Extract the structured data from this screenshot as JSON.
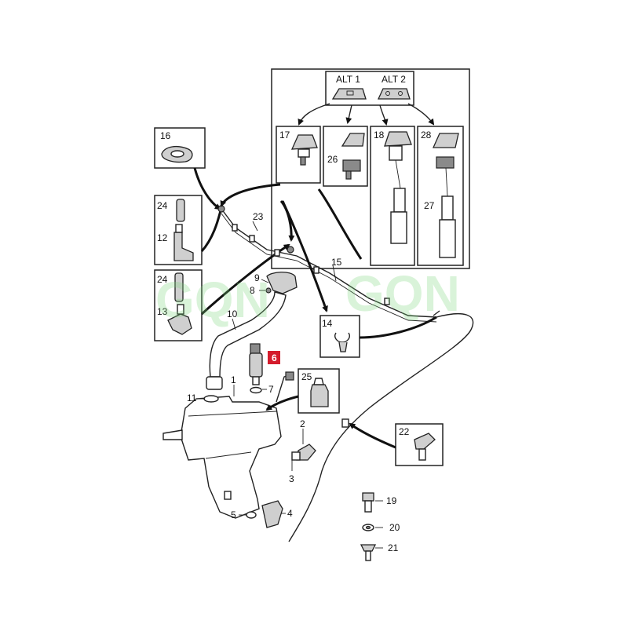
{
  "watermark": {
    "left": "GQN",
    "right": "GQN",
    "color": "#7bd67b"
  },
  "highlight_color": "#d41c2c",
  "alt_panel": {
    "alt1": "ALT 1",
    "alt2": "ALT 2"
  },
  "callouts": {
    "p1": "1",
    "p2": "2",
    "p3": "3",
    "p4": "4",
    "p5": "5",
    "p6": "6",
    "p7": "7",
    "p8": "8",
    "p9": "9",
    "p10": "10",
    "p11": "11",
    "p12": "12",
    "p13": "13",
    "p14": "14",
    "p15": "15",
    "p16": "16",
    "p17": "17",
    "p18": "18",
    "p19": "19",
    "p20": "20",
    "p21": "21",
    "p22": "22",
    "p23": "23",
    "p24a": "24",
    "p24b": "24",
    "p25": "25",
    "p26": "26",
    "p27": "27",
    "p28": "28"
  }
}
